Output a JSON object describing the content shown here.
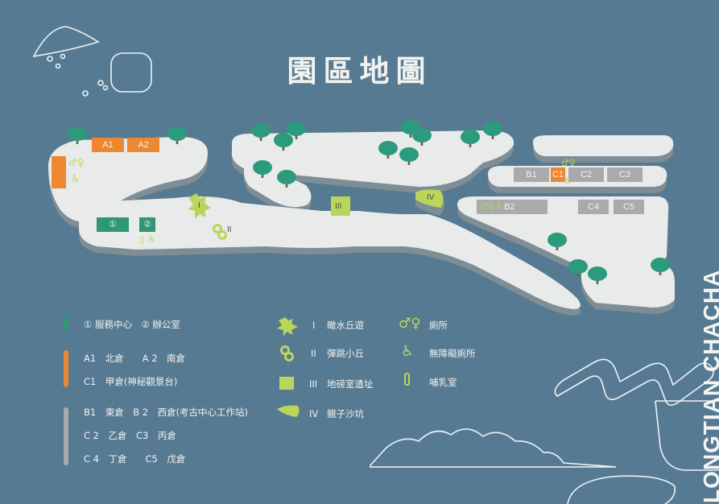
{
  "title": "園區地圖",
  "side_text": "LONGTIAN CHACHA",
  "map": {
    "blocks": {
      "A1": "A1",
      "A2": "A2",
      "B1": "B1",
      "B2": "B2",
      "C1": "C1",
      "C2": "C2",
      "C3": "C3",
      "C4": "C4",
      "C5": "C5",
      "svc": "①",
      "office": "②"
    },
    "zones": {
      "I": "I",
      "II": "II",
      "III": "III",
      "IV": "IV"
    }
  },
  "legend": {
    "teal": {
      "line1": "① 服務中心　② 辦公室"
    },
    "orange": {
      "line1": "A1　北倉　　A 2　南倉",
      "line2": "C1　甲倉(神秘觀景台)"
    },
    "gray": {
      "line1": "B1　東倉　B 2　西倉(考古中心工作站)",
      "line2": "C 2　乙倉　C3　丙倉",
      "line3": "C 4　丁倉　　C5　戊倉"
    },
    "zones": [
      {
        "num": "I",
        "name": "瞰水丘遊"
      },
      {
        "num": "II",
        "name": "彈跳小丘"
      },
      {
        "num": "III",
        "name": "地磅室遺址"
      },
      {
        "num": "IV",
        "name": "親子沙坑"
      }
    ],
    "facilities": [
      {
        "icon": "restroom-icon",
        "name": "廁所"
      },
      {
        "icon": "accessible-icon",
        "name": "無障礙廁所"
      },
      {
        "icon": "nursing-bottle-icon",
        "name": "哺乳室"
      }
    ]
  },
  "colors": {
    "background": "#557a91",
    "island": "#e9eaea",
    "orange": "#ee8731",
    "gray": "#a9aaab",
    "teal": "#2f9873",
    "lime": "#b9d65a",
    "tree": "#2c9a7c"
  }
}
